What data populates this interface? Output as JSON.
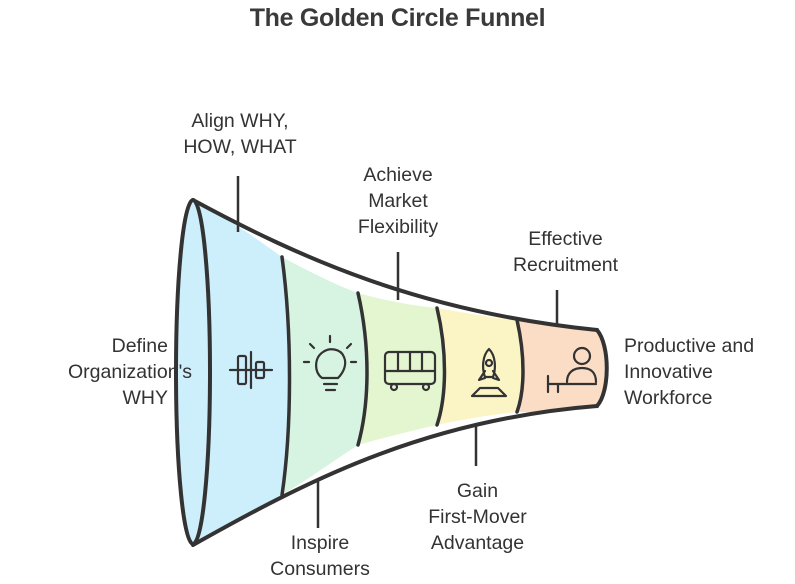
{
  "title": "The Golden Circle Funnel",
  "stages": [
    {
      "lines": [
        "Define",
        "Organization's",
        "WHY"
      ],
      "icon": "balance-scale-icon",
      "color": "#cdeefb"
    },
    {
      "lines": [
        "Inspire",
        "Consumers"
      ],
      "icon": "lightbulb-icon",
      "color": "#d6f4e1"
    },
    {
      "lines": [
        "Gain",
        "First-Mover",
        "Advantage"
      ],
      "icon": "rocket-icon",
      "color": "#fbf5c6"
    }
  ],
  "upper_labels": [
    {
      "lines": [
        "Align WHY,",
        "HOW, WHAT"
      ]
    },
    {
      "lines": [
        "Achieve",
        "Market",
        "Flexibility"
      ],
      "icon": "bus-icon",
      "color": "#e3f6cf"
    },
    {
      "lines": [
        "Effective",
        "Recruitment"
      ],
      "icon": "recruiter-icon",
      "color": "#fbdcc4"
    }
  ],
  "outcome": {
    "lines": [
      "Productive and",
      "Innovative",
      "Workforce"
    ]
  }
}
